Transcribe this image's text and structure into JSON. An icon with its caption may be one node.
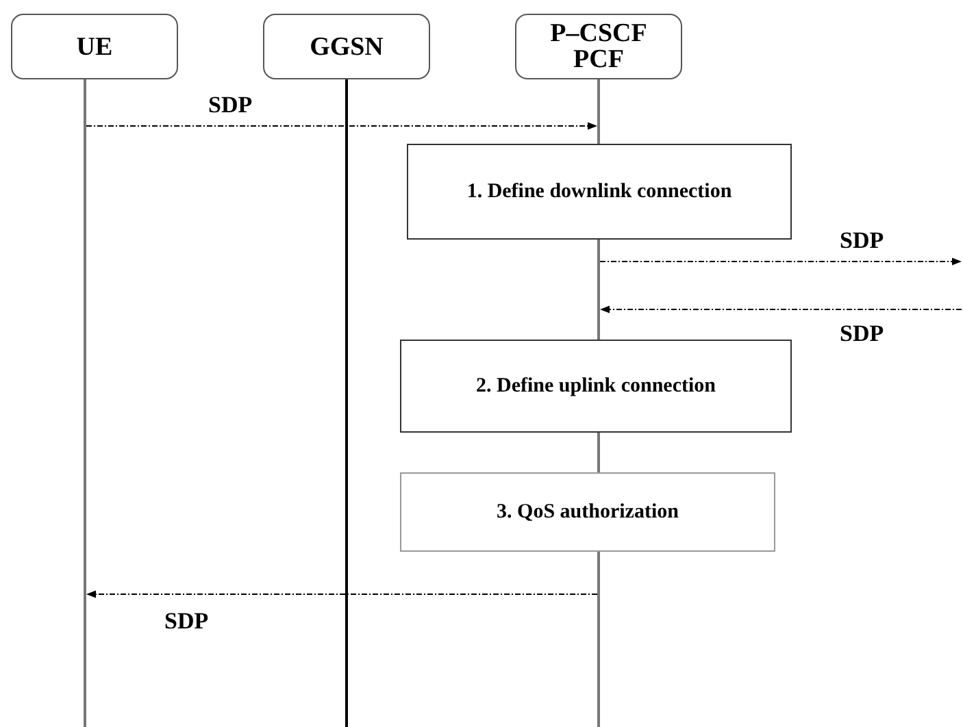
{
  "diagram": {
    "nodes": [
      {
        "text": [
          "UE"
        ]
      },
      {
        "text": [
          "GGSN"
        ]
      },
      {
        "text": [
          "P–CSCF PCF"
        ]
      },
      {
        "text": [
          "1. Define downlink  connection"
        ]
      },
      {
        "text": [
          "2. Define uplink connection"
        ]
      },
      {
        "text": [
          "3. QoS authorization"
        ]
      },
      {
        "text": [],
        "shape": "line"
      },
      {
        "text": [],
        "shape": "line"
      },
      {
        "text": [],
        "shape": "line"
      }
    ],
    "edges": [
      {
        "from": 6,
        "to": 8,
        "arrow": "to",
        "label": "SDP",
        "style": "dashed"
      },
      {
        "from": 8,
        "to": null,
        "arrow": "to",
        "label": "SDP",
        "style": "dashed"
      },
      {
        "from": null,
        "to": 8,
        "arrow": "to",
        "label": "SDP",
        "style": "dashed"
      },
      {
        "from": 8,
        "to": 6,
        "arrow": "to",
        "label": "SDP",
        "style": "dashed"
      }
    ]
  }
}
